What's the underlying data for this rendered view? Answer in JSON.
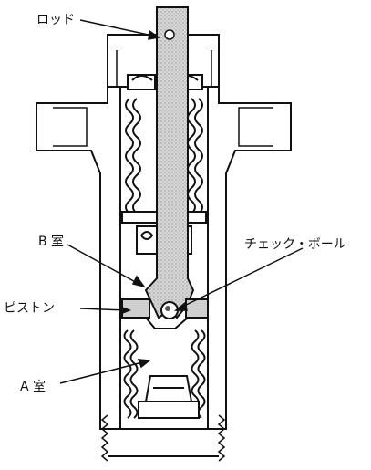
{
  "labels": {
    "rod": "ロッド",
    "chamber_b": "B 室",
    "check_ball": "チェック・ボール",
    "piston": "ピストン",
    "chamber_a": "A 室"
  }
}
